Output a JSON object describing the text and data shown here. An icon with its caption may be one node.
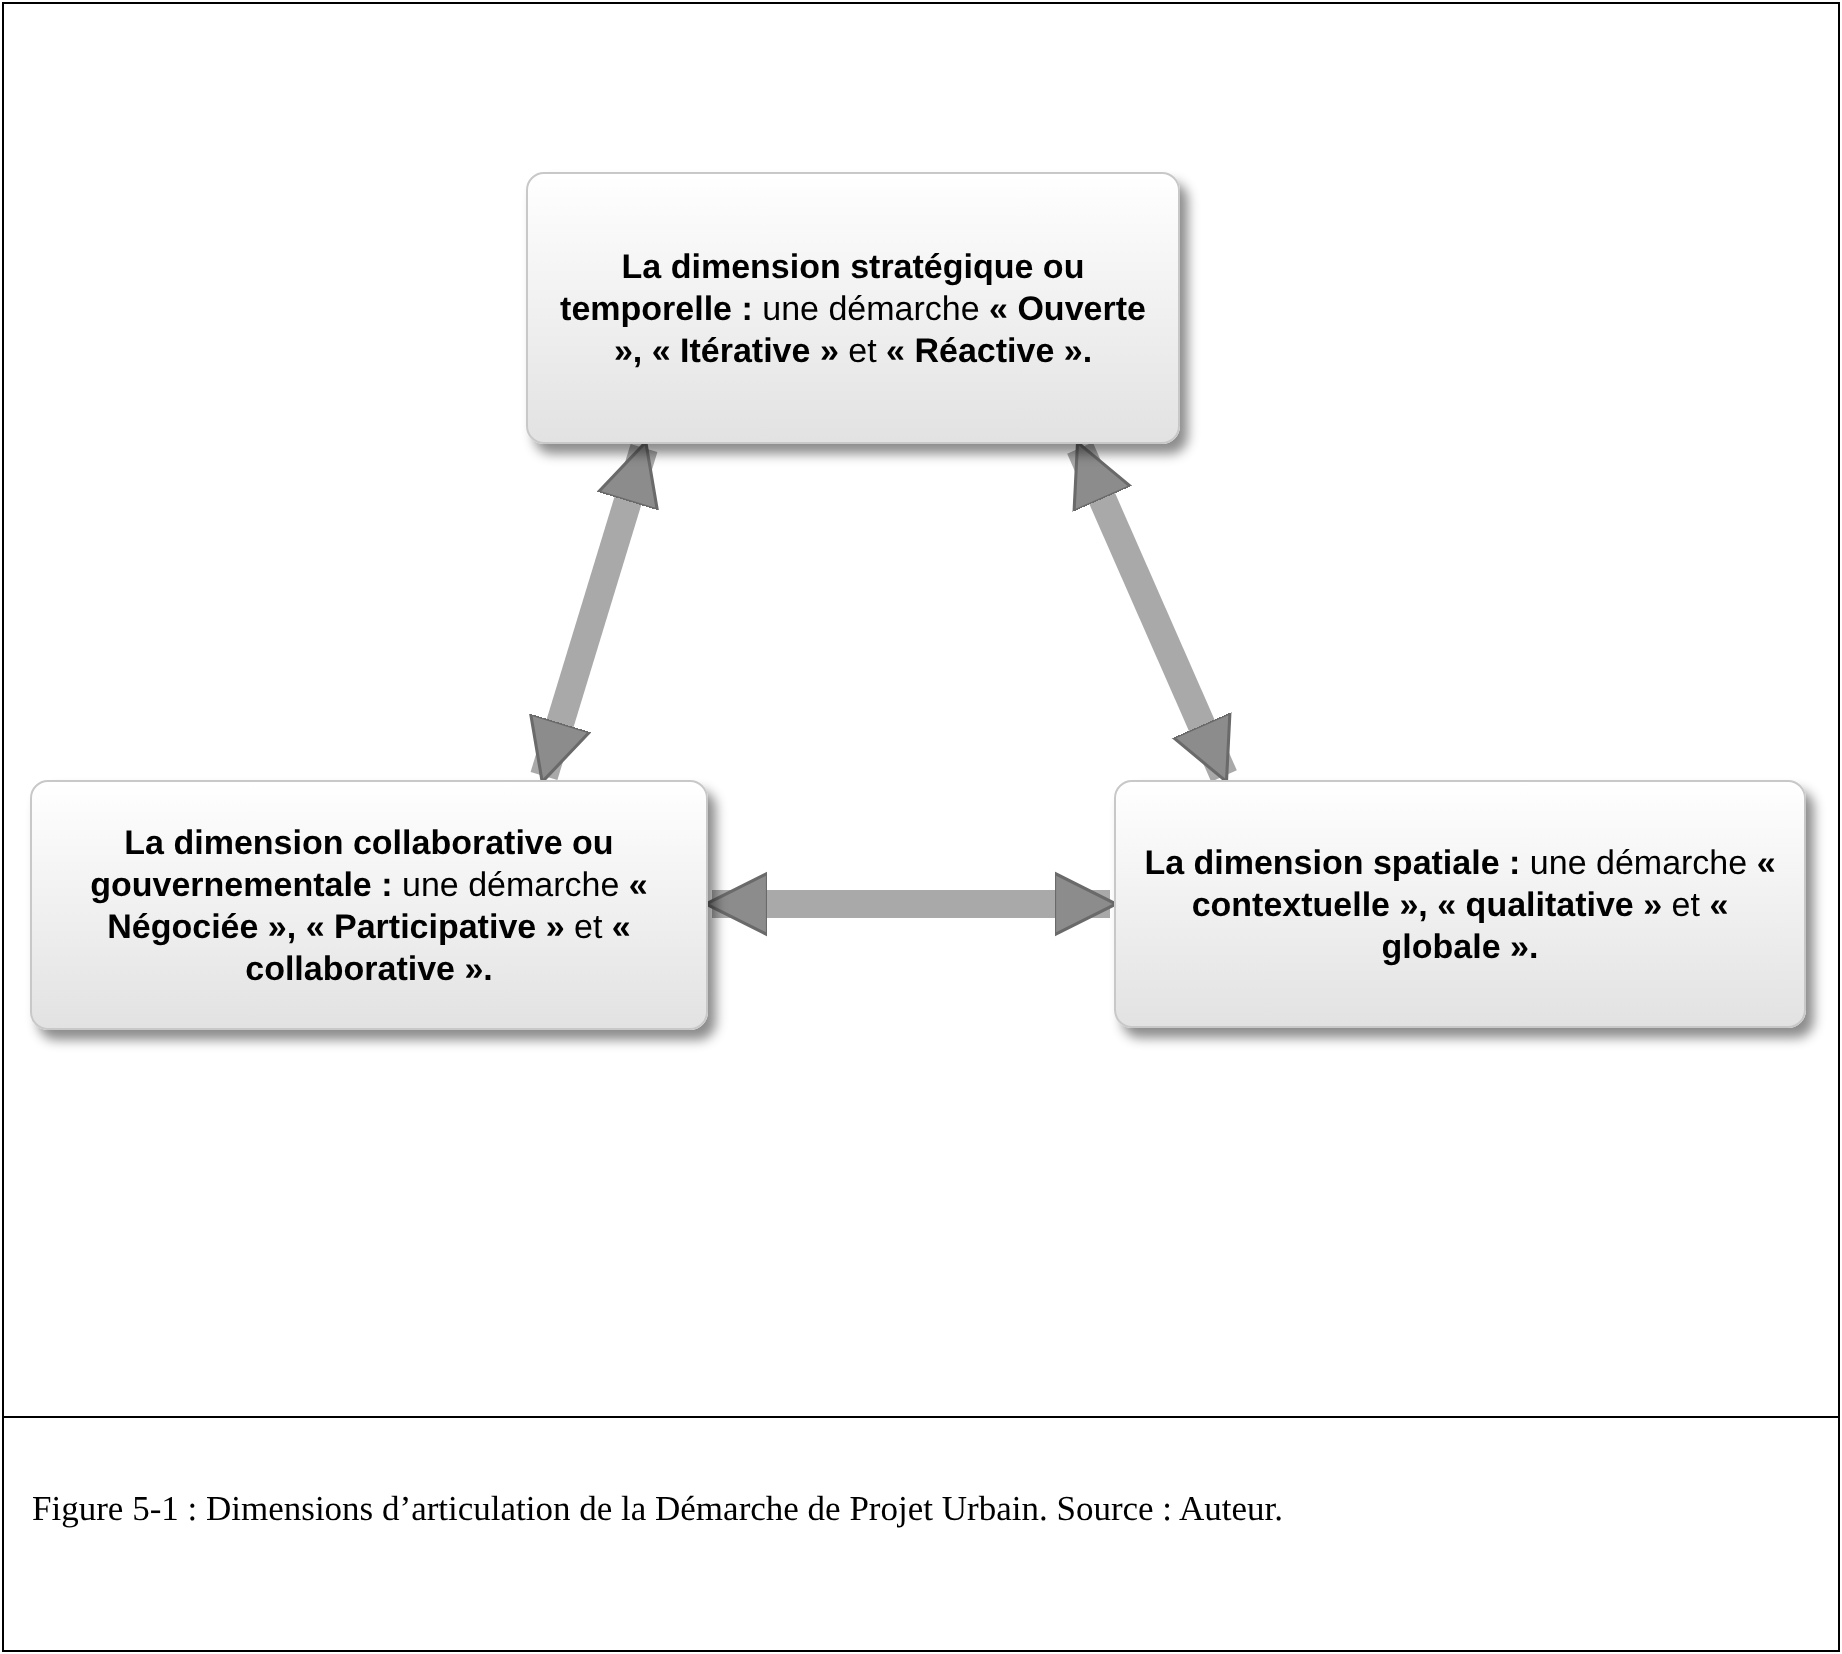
{
  "diagram": {
    "caption": "Figure 5-1 : Dimensions d’articulation de la Démarche de Projet Urbain. Source : Auteur.",
    "nodes": [
      {
        "text": [
          "**La dimension stratégique ou temporelle :** une démarche **« Ouverte », « Itérative »** et **« Réactive ».**"
        ]
      },
      {
        "text": [
          "**La dimension collaborative ou gouvernementale :** une démarche **« Négociée », « Participative »** et **« collaborative ».**"
        ]
      },
      {
        "text": [
          "**La dimension spatiale :** une démarche **« contextuelle », « qualitative »** et **« globale ».**"
        ]
      }
    ],
    "edges": [
      {
        "from": 0,
        "to": 1,
        "arrow": "both"
      },
      {
        "from": 0,
        "to": 2,
        "arrow": "both"
      },
      {
        "from": 1,
        "to": 2,
        "arrow": "both"
      }
    ]
  }
}
